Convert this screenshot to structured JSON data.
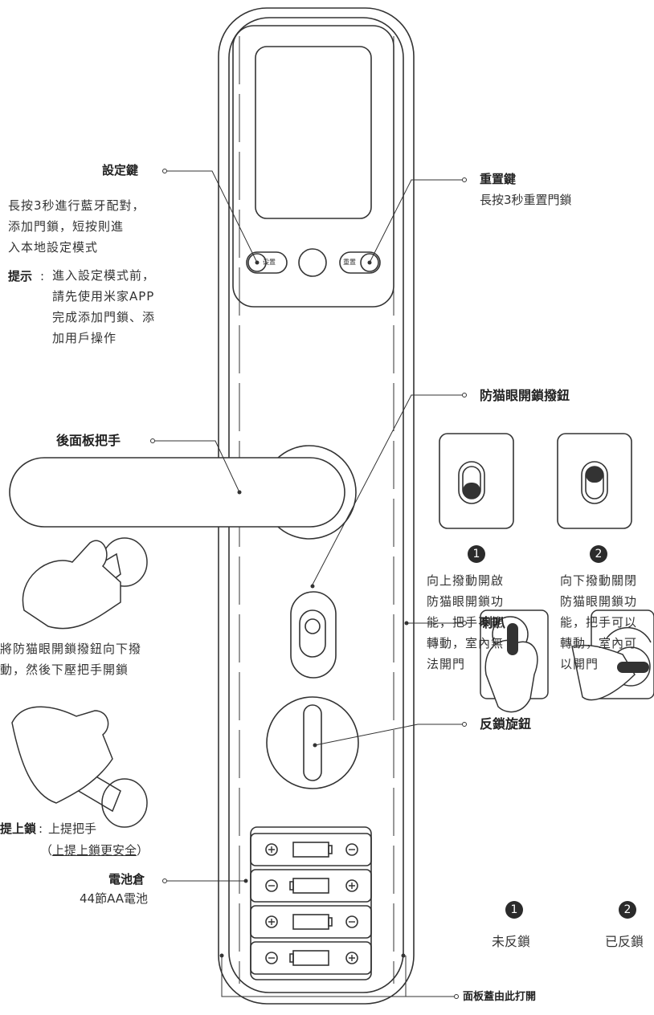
{
  "setup_key": {
    "title": "設定鍵",
    "desc": [
      "長按3秒進行藍牙配對，",
      "添加門鎖，短按則進",
      "入本地設定模式"
    ],
    "tip_label": "提示",
    "tip": [
      "進入設定模式前，",
      "請先使用米家APP",
      "完成添加門鎖、添",
      "加用戶操作"
    ],
    "button_label": "设置"
  },
  "reset_key": {
    "title": "重置鍵",
    "desc": "長按3秒重置門鎖",
    "button_label": "重置"
  },
  "rear_handle": {
    "title": "後面板把手"
  },
  "anti_cat_eye": {
    "title": "防猫眼開鎖撥鈕",
    "options": [
      {
        "num": "1",
        "lines": [
          "向上撥動開啟",
          "防猫眼開鎖功",
          "能，把手不能",
          "轉動，室內無",
          "法開門"
        ]
      },
      {
        "num": "2",
        "lines": [
          "向下撥動關閉",
          "防猫眼開鎖功",
          "能，把手可以",
          "轉動，室內可",
          "以開門"
        ]
      }
    ]
  },
  "unlock_hint": [
    "將防猫眼開鎖撥鈕向下撥",
    "動，然後下壓把手開鎖"
  ],
  "speaker": {
    "title": "喇叭"
  },
  "deadlock_knob": {
    "title": "反鎖旋鈕",
    "options": [
      {
        "num": "1",
        "label": "未反鎖"
      },
      {
        "num": "2",
        "label": "已反鎖"
      }
    ]
  },
  "lift_lock": {
    "label": "提上鎖",
    "text": "上提把手",
    "note_open": "（",
    "note": "上提上鎖更安全",
    "note_close": "）"
  },
  "battery": {
    "title": "電池倉",
    "desc": "44節AA電池"
  },
  "panel_cover": {
    "title": "面板蓋由此打開"
  }
}
